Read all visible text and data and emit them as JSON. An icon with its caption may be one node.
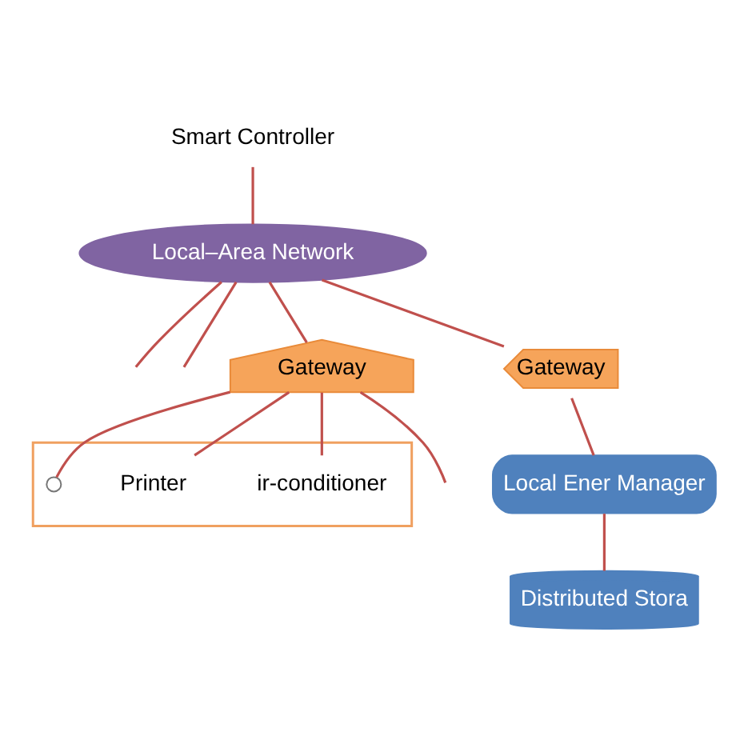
{
  "diagram": {
    "nodes": [
      {
        "text": [
          "Smart Controller"
        ]
      },
      {
        "text": [
          "Local–Area Network"
        ]
      },
      {
        "text": [
          "Gateway"
        ]
      },
      {
        "text": [
          "Gateway"
        ]
      },
      {
        "text": [
          "Local Ener Manager"
        ]
      },
      {
        "text": [],
        "shape": "box"
      },
      {
        "text": [
          "ir-conditioner"
        ],
        "in": 5
      },
      {
        "text": [
          "Printer"
        ],
        "in": 5
      },
      {
        "text": [],
        "shape": "circle",
        "in": 5
      },
      {
        "text": [
          "Distributed Stora"
        ]
      }
    ],
    "edges": [
      {
        "from": 0,
        "to": 1,
        "arrow": "none"
      },
      {
        "from": 1,
        "to": null,
        "arrow": "none"
      },
      {
        "from": 1,
        "to": null,
        "arrow": "none"
      },
      {
        "from": 1,
        "to": 2,
        "arrow": "none"
      },
      {
        "from": 1,
        "to": 3,
        "arrow": "none"
      },
      {
        "from": 3,
        "to": 4,
        "arrow": "none"
      },
      {
        "from": 4,
        "to": 9,
        "arrow": "none"
      },
      {
        "from": 2,
        "to": null,
        "arrow": "none"
      },
      {
        "from": 2,
        "to": 6,
        "arrow": "none"
      },
      {
        "from": 2,
        "to": 7,
        "arrow": "none"
      },
      {
        "from": 2,
        "to": 8,
        "arrow": "none"
      }
    ]
  }
}
